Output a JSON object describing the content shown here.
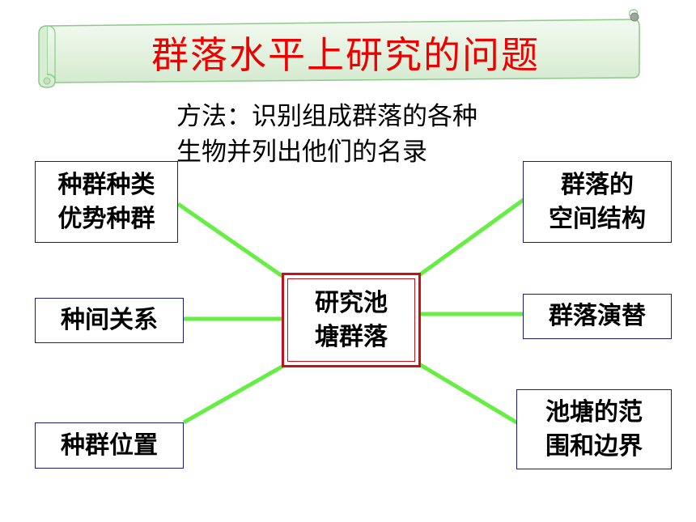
{
  "title": "群落水平上研究的问题",
  "method": {
    "line1": "方法：识别组成群落的各种",
    "line2": "生物并列出他们的名录"
  },
  "center": {
    "line1": "研究池",
    "line2": "塘群落"
  },
  "nodes": {
    "top_left": {
      "line1": "种群种类",
      "line2": "优势种群"
    },
    "middle_left": {
      "line1": "种间关系"
    },
    "bottom_left": {
      "line1": "种群位置"
    },
    "top_right": {
      "line1": "群落的",
      "line2": "空间结构"
    },
    "middle_right": {
      "line1": "群落演替"
    },
    "bottom_right": {
      "line1": "池塘的范",
      "line2": "围和边界"
    }
  },
  "colors": {
    "title": "#ee0000",
    "connector": "#66ee44",
    "center_border": "#c8101a",
    "node_border": "#1a1a80",
    "scroll_fill": "#e8f4e4",
    "scroll_border": "#88cc88"
  }
}
